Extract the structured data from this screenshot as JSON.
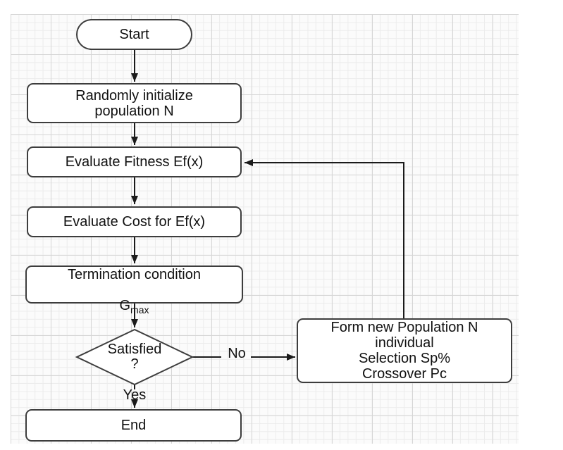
{
  "diagram": {
    "type": "flowchart",
    "subject": "Genetic algorithm optimization loop",
    "nodes": {
      "start": {
        "label": "Start",
        "shape": "stadium"
      },
      "init": {
        "label": "Randomly initialize\npopulation N",
        "shape": "rounded-rect"
      },
      "fitness": {
        "label": "Evaluate Fitness Ef(x)",
        "shape": "rounded-rect"
      },
      "cost": {
        "label": "Evaluate Cost for Ef(x)",
        "shape": "rounded-rect"
      },
      "termination": {
        "line1": "Termination condition",
        "symbol": "G",
        "subscript": "max",
        "shape": "rounded-rect"
      },
      "decision": {
        "label": "Satisfied\n?",
        "shape": "diamond"
      },
      "form": {
        "label": "Form new Population N\nindividual\nSelection Sp%\nCrossover Pc",
        "shape": "rounded-rect"
      },
      "end": {
        "label": "End",
        "shape": "rounded-rect"
      }
    },
    "edge_labels": {
      "yes": "Yes",
      "no": "No"
    },
    "edges": [
      "start -> init",
      "init -> fitness",
      "fitness -> cost",
      "cost -> termination",
      "termination -> decision",
      "decision -Yes-> end",
      "decision -No-> form",
      "form -> fitness (feedback loop)"
    ],
    "colors": {
      "node_fill": "#ffffff",
      "node_border": "#3d3d3d",
      "edge": "#1a1a1a",
      "text": "#111111",
      "grid_minor": "#ececec",
      "grid_major": "#d6d6d6",
      "canvas_bg": "#fbfbfb",
      "page_bg": "#ffffff"
    }
  }
}
